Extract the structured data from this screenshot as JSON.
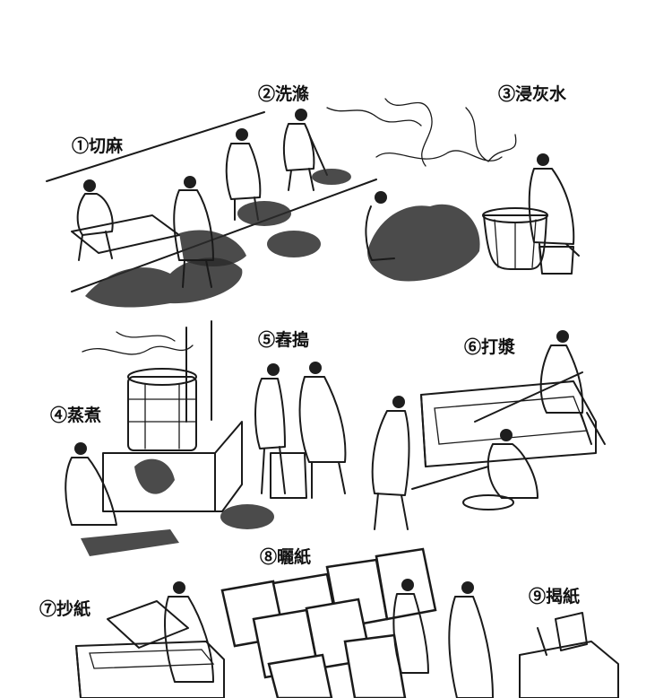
{
  "steps": [
    {
      "num": "①",
      "text": "切麻"
    },
    {
      "num": "②",
      "text": "洗滌"
    },
    {
      "num": "③",
      "text": "浸灰水"
    },
    {
      "num": "④",
      "text": "蒸煮"
    },
    {
      "num": "⑤",
      "text": "舂搗"
    },
    {
      "num": "⑥",
      "text": "打漿"
    },
    {
      "num": "⑦",
      "text": "抄紙"
    },
    {
      "num": "⑧",
      "text": "曬紙"
    },
    {
      "num": "⑨",
      "text": "揭紙"
    }
  ]
}
